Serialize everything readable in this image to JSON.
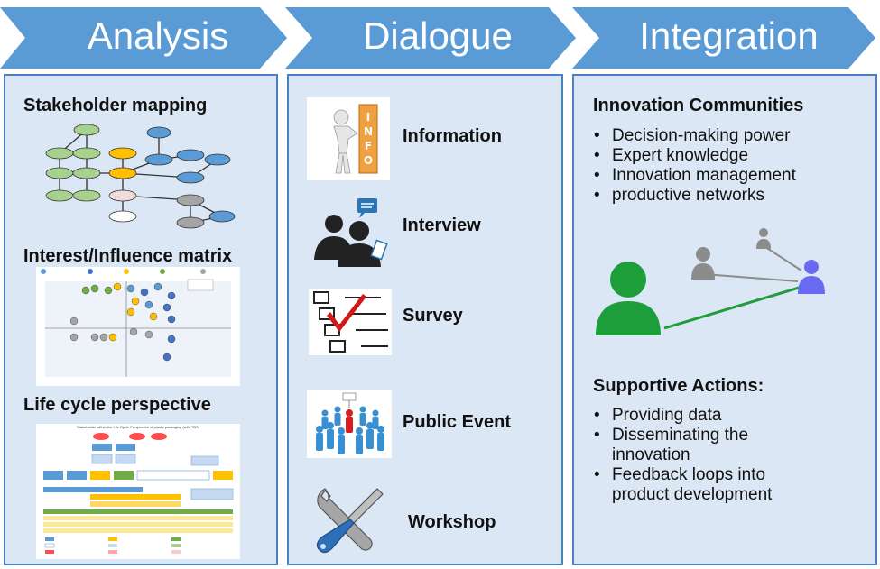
{
  "header": {
    "steps": [
      {
        "label": "Analysis"
      },
      {
        "label": "Dialogue"
      },
      {
        "label": "Integration"
      }
    ]
  },
  "analysis": {
    "items": [
      {
        "title": "Stakeholder mapping"
      },
      {
        "title": "Interest/Influence matrix"
      },
      {
        "title": "Life cycle perspective"
      }
    ],
    "lifecycle_caption": "Stakeholder within the Life Cycle Perspective of plastic packaging (with TBS)"
  },
  "dialogue": {
    "items": [
      {
        "label": "Information",
        "icon": "info-figure-icon"
      },
      {
        "label": "Interview",
        "icon": "interview-icon"
      },
      {
        "label": "Survey",
        "icon": "checklist-icon"
      },
      {
        "label": "Public Event",
        "icon": "crowd-icon"
      },
      {
        "label": "Workshop",
        "icon": "tools-icon"
      }
    ]
  },
  "integration": {
    "communities": {
      "title": "Innovation Communities",
      "bullets": [
        "Decision-making power",
        "Expert knowledge",
        "Innovation management",
        "productive networks"
      ]
    },
    "actions": {
      "title": "Supportive Actions:",
      "bullets": [
        "Providing data",
        "Disseminating the innovation",
        "Feedback loops into product development"
      ]
    }
  },
  "colors": {
    "chevron": "#5b9bd5",
    "panel_bg": "#dbe7f4",
    "panel_border": "#4a82c0",
    "person_green": "#1e9e3a",
    "person_blue": "#6a6af0",
    "person_gray": "#8c8c8c"
  }
}
